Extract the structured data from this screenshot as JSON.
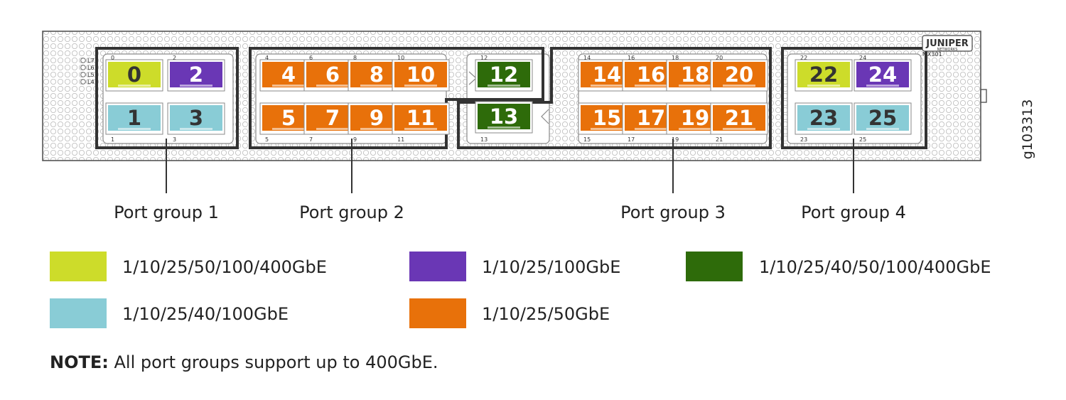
{
  "colors": {
    "lime": "#cddc2a",
    "purple": "#6a37b5",
    "dark_green": "#2e6b0a",
    "light_blue": "#89ccd6",
    "orange": "#e8710a"
  },
  "ports": [
    {
      "num": "0",
      "label": "0",
      "color": "lime"
    },
    {
      "num": "1",
      "label": "1",
      "color": "light_blue"
    },
    {
      "num": "2",
      "label": "2",
      "color": "purple"
    },
    {
      "num": "3",
      "label": "3",
      "color": "light_blue"
    },
    {
      "num": "4",
      "label": "4",
      "color": "orange"
    },
    {
      "num": "5",
      "label": "5",
      "color": "orange"
    },
    {
      "num": "6",
      "label": "6",
      "color": "orange"
    },
    {
      "num": "7",
      "label": "7",
      "color": "orange"
    },
    {
      "num": "8",
      "label": "8",
      "color": "orange"
    },
    {
      "num": "9",
      "label": "9",
      "color": "orange"
    },
    {
      "num": "10",
      "label": "10",
      "color": "orange"
    },
    {
      "num": "11",
      "label": "11",
      "color": "orange"
    },
    {
      "num": "12",
      "label": "12",
      "color": "dark_green"
    },
    {
      "num": "13",
      "label": "13",
      "color": "dark_green"
    },
    {
      "num": "14",
      "label": "14",
      "color": "orange"
    },
    {
      "num": "15",
      "label": "15",
      "color": "orange"
    },
    {
      "num": "16",
      "label": "16",
      "color": "orange"
    },
    {
      "num": "17",
      "label": "17",
      "color": "orange"
    },
    {
      "num": "18",
      "label": "18",
      "color": "orange"
    },
    {
      "num": "19",
      "label": "19",
      "color": "orange"
    },
    {
      "num": "20",
      "label": "20",
      "color": "orange"
    },
    {
      "num": "21",
      "label": "21",
      "color": "orange"
    },
    {
      "num": "22",
      "label": "22",
      "color": "lime"
    },
    {
      "num": "23",
      "label": "23",
      "color": "light_blue"
    },
    {
      "num": "24",
      "label": "24",
      "color": "purple"
    },
    {
      "num": "25",
      "label": "25",
      "color": "light_blue"
    }
  ],
  "leds": [
    "L7",
    "L6",
    "L5",
    "L4"
  ],
  "logo": {
    "brand": "JUNIPER",
    "sub": "NETWORKS",
    "model": "MX301"
  },
  "port_groups": [
    {
      "label": "Port group 1"
    },
    {
      "label": "Port group 2"
    },
    {
      "label": "Port group 3"
    },
    {
      "label": "Port group 4"
    }
  ],
  "legend": [
    {
      "color": "lime",
      "label": "1/10/25/50/100/400GbE"
    },
    {
      "color": "purple",
      "label": "1/10/25/100GbE"
    },
    {
      "color": "dark_green",
      "label": "1/10/25/40/50/100/400GbE"
    },
    {
      "color": "light_blue",
      "label": "1/10/25/40/100GbE"
    },
    {
      "color": "orange",
      "label": "1/10/25/50GbE"
    }
  ],
  "note": {
    "bold": "NOTE:",
    "text": " All port groups support up to 400GbE."
  },
  "figure_id": "g103313"
}
